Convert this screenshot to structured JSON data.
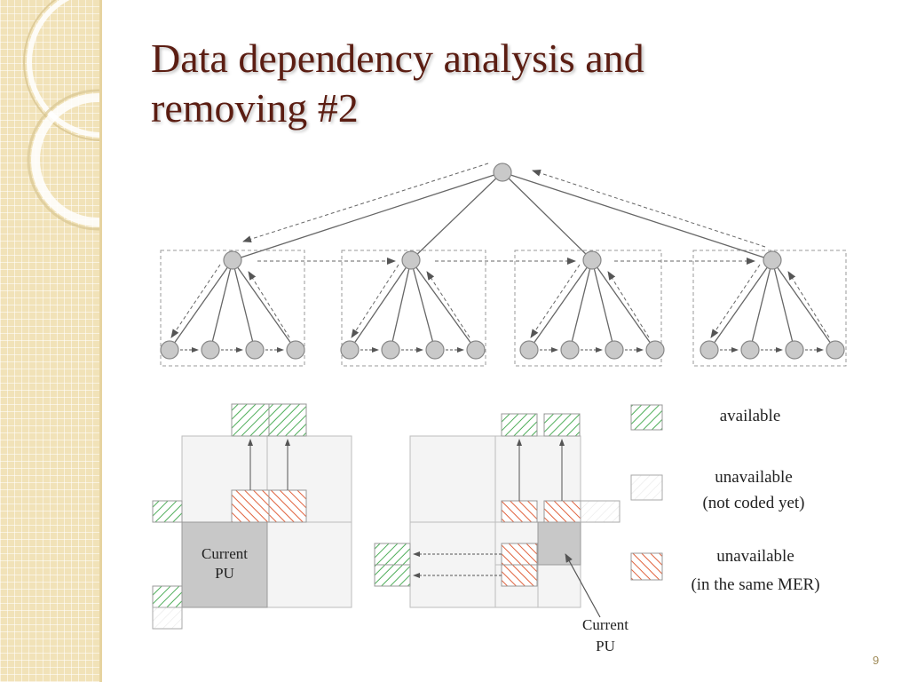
{
  "slide": {
    "title_line1": "Data dependency analysis and",
    "title_line2": "removing #2",
    "page_number": "9"
  },
  "legend": {
    "available": "available",
    "unavailable_not_coded_line1": "unavailable",
    "unavailable_not_coded_line2": "(not coded yet)",
    "unavailable_same_mer_line1": "unavailable",
    "unavailable_same_mer_line2": "(in the same MER)"
  },
  "pu_labels": {
    "left_line1": "Current",
    "left_line2": "PU",
    "right_line1": "Current",
    "right_line2": "PU"
  },
  "colors": {
    "title": "#5b1d12",
    "green_hatch": "#4fae5a",
    "red_hatch": "#e0623d",
    "node_fill": "#c9c9c9",
    "sidebar": "#f1e2b8"
  }
}
